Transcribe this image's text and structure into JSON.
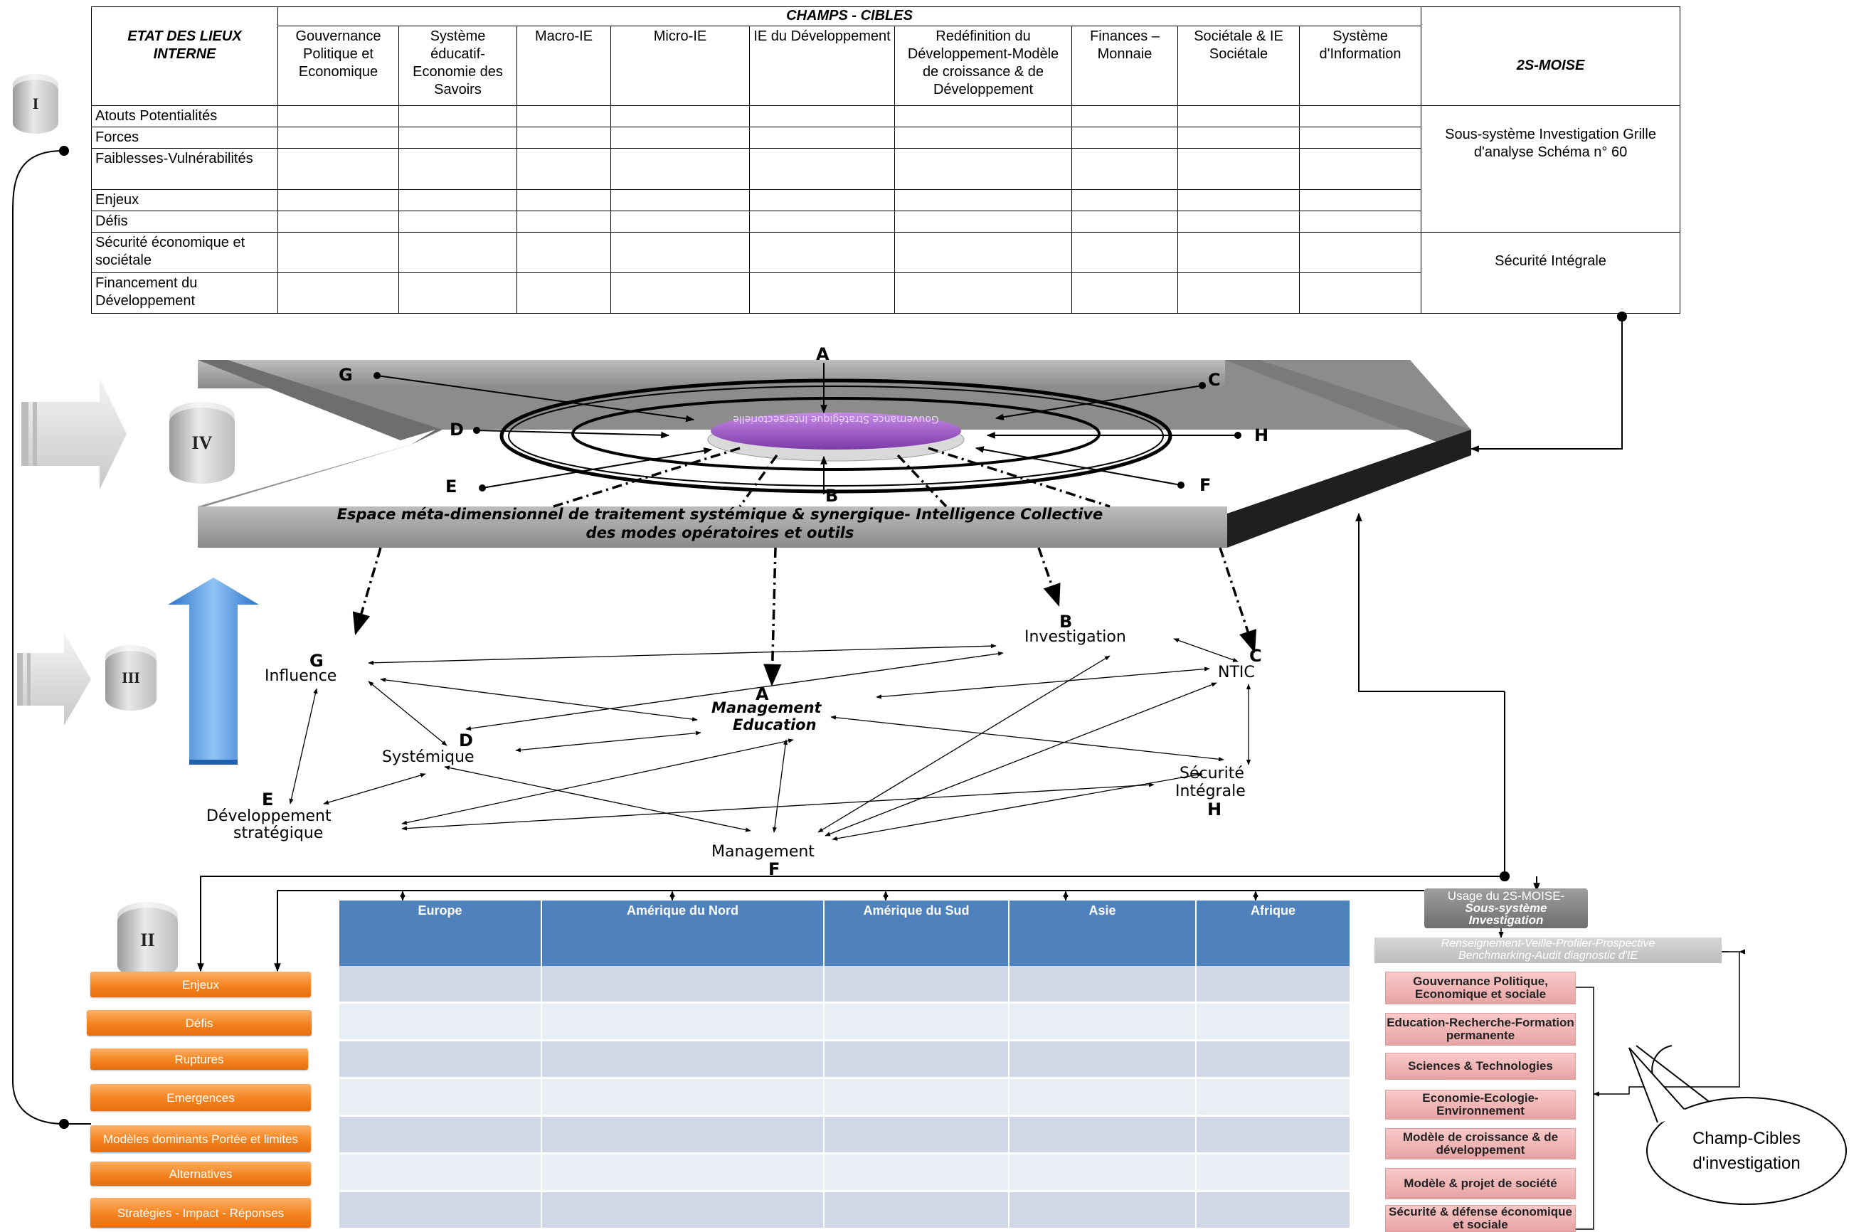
{
  "table": {
    "header_left": "ETAT DES LIEUX INTERNE",
    "header_group": "CHAMPS - CIBLES",
    "header_right": "2S-MOISE",
    "columns": [
      "Gouvernance Politique et Economique",
      "Système éducatif-Economie des Savoirs",
      "Macro-IE",
      "Micro-IE",
      "IE du Développement",
      "Redéfinition du Développement-Modèle de croissance & de Développement",
      "Finances – Monnaie",
      "Sociétale & IE Sociétale",
      "Système d'Information"
    ],
    "rows": [
      "Atouts Potentialités",
      "Forces",
      "Faiblesses-Vulnérabilités",
      "Enjeux",
      "Défis",
      "Sécurité économique et sociétale",
      "Financement du Développement"
    ],
    "right_cell_1": "Sous-système Investigation Grille d'analyse Schéma n° 60",
    "right_cell_2": "Sécurité Intégrale"
  },
  "cylinders": {
    "one": "I",
    "two": "II",
    "three": "III",
    "four": "IV"
  },
  "platform": {
    "banner_line1": "Espace méta-dimensionnel  de traitement systémique & synergique- Intelligence Collective",
    "banner_line2": "des modes opératoires et outils",
    "center_disc": "Gouvernance Stratégique Intersectorielle",
    "points": {
      "A": "A",
      "B": "B",
      "C": "C",
      "D": "D",
      "E": "E",
      "F": "F",
      "G": "G",
      "H": "H"
    }
  },
  "nodes": {
    "g_letter": "G",
    "g_label": "Influence",
    "b_letter": "B",
    "b_label": "Investigation",
    "c_letter": "C",
    "c_label": "NTIC",
    "a_letter": "A",
    "a_label1": "Management",
    "a_label2": "Education",
    "d_letter": "D",
    "d_label": "Systémique",
    "h_label1": "Sécurité",
    "h_label2": "Intégrale",
    "h_letter": "H",
    "e_letter": "E",
    "e_label1": "Développement",
    "e_label2": "stratégique",
    "f_label": "Management",
    "f_letter": "F"
  },
  "orange_boxes": [
    "Enjeux",
    "Défis",
    "Ruptures",
    "Emergences",
    "Modèles dominants Portée et limites",
    "Alternatives",
    "Stratégies - Impact - Réponses"
  ],
  "regions": [
    "Europe",
    "Amérique du Nord",
    "Amérique du Sud",
    "Asie",
    "Afrique"
  ],
  "usage_box": {
    "line1": "Usage du 2S-MOISE-",
    "line2": "Sous-système",
    "line3": "Investigation"
  },
  "veille_box": {
    "line1": "Renseignement-Veille-Profiler-Prospective",
    "line2": "Benchmarking-Audit diagnostic d'IE"
  },
  "pink_boxes": [
    "Gouvernance Politique, Economique et sociale",
    "Education-Recherche-Formation permanente",
    "Sciences & Technologies",
    "Economie-Ecologie-Environnement",
    "Modèle de croissance & de développement",
    "Modèle & projet de société",
    "Sécurité & défense économique et sociale"
  ],
  "callout": {
    "line1": "Champ-Cibles",
    "line2": "d'investigation"
  }
}
